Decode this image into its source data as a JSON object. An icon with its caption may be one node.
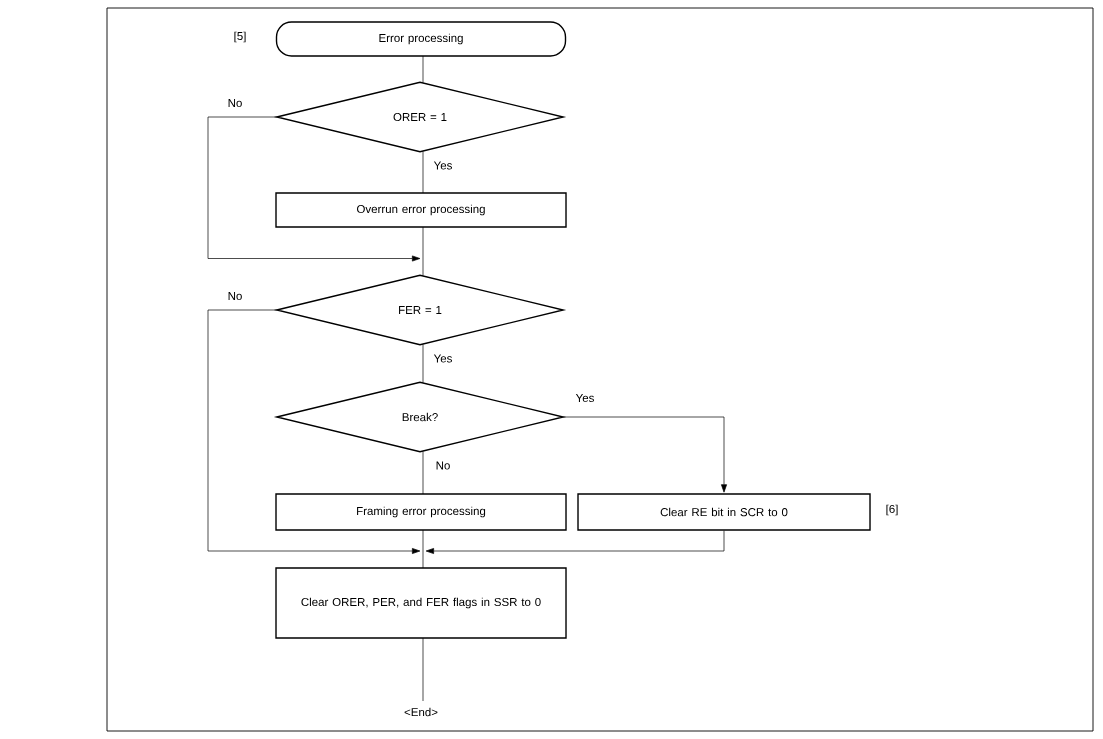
{
  "diagram": {
    "nodes": [
      {
        "text": [
          "Error processing"
        ],
        "beside": [
          "[5]"
        ]
      },
      {
        "text": [
          "ORER = 1"
        ]
      },
      {
        "text": [
          "Overrun error processing"
        ]
      },
      {
        "text": [
          "FER = 1"
        ]
      },
      {
        "text": [
          "Break?"
        ]
      },
      {
        "text": [
          "Framing error processing"
        ]
      },
      {
        "text": [
          "Clear RE bit in SCR to 0"
        ],
        "beside": [
          "[6]"
        ]
      },
      {
        "text": [
          "Clear ORER, PER, and FER flags in SSR to 0"
        ]
      },
      {
        "text": [
          "<End>"
        ]
      }
    ],
    "edges": [
      {
        "from": 0,
        "to": 1,
        "arrow": "none"
      },
      {
        "from": 1,
        "to": 2,
        "arrow": "none",
        "label": "Yes"
      },
      {
        "from": 1,
        "to": 3,
        "arrow": "to",
        "label": "No"
      },
      {
        "from": 2,
        "to": 3,
        "arrow": "none"
      },
      {
        "from": 3,
        "to": 4,
        "arrow": "none",
        "label": "Yes"
      },
      {
        "from": 3,
        "to": 7,
        "arrow": "to",
        "label": "No"
      },
      {
        "from": 4,
        "to": 5,
        "arrow": "none",
        "label": "No"
      },
      {
        "from": 4,
        "to": 6,
        "arrow": "to",
        "label": "Yes"
      },
      {
        "from": 5,
        "to": 7,
        "arrow": "none"
      },
      {
        "from": 6,
        "to": 7,
        "arrow": "to"
      },
      {
        "from": 7,
        "to": 8,
        "arrow": "none"
      }
    ]
  }
}
